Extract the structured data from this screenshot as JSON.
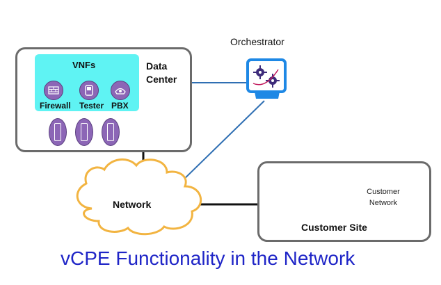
{
  "diagram": {
    "vnfs_label": "VNFs",
    "data_center_label": "Data\nCenter",
    "orchestrator_label": "Orchestrator",
    "network_label": "Network",
    "customer_site_label": "Customer Site",
    "customer_network_label": "Customer\nNetwork",
    "vnf_items": [
      "Firewall",
      "Tester",
      "PBX"
    ],
    "caption": "vCPE Functionality in the Network"
  },
  "colors": {
    "box_border": "#6b6b6b",
    "vnf_panel": "#5ff3f3",
    "vnf_icon": "#8c66b6",
    "cloud_border": "#f2b441",
    "link_blue": "#2f6fb3",
    "link_black": "#111111",
    "cpe_device": "#1e88e5",
    "customer_network_fill": "#d9d9d9",
    "caption": "#1f25c7"
  }
}
